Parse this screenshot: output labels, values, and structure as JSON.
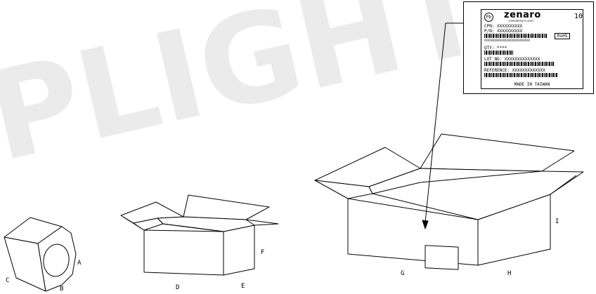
{
  "watermark": "PLIGHT",
  "label": {
    "pb_symbol": "Pb",
    "brand": "zenaro",
    "tagline": "TOMORROW'S LIGHT",
    "number": "10",
    "cpn": "CPN: XXXXXXXXXX",
    "pn": "P/N: XXXXXXXXXX",
    "rohs": "RoHS",
    "serial": "XXXXXXXXXXXXXXXXXXXXXXXXXXX",
    "qty": "QTY: ****",
    "lot": "LOT NO: XXXXXXXXXXXXXX",
    "reference": "REFERENCE: XXXXXXXXXXXXX",
    "made_in": "MADE IN TAIWAN"
  },
  "dimension_labels": {
    "a": "A",
    "b": "B",
    "c": "C",
    "d": "D",
    "e": "E",
    "f": "F",
    "g": "G",
    "h": "H",
    "i": "I"
  }
}
